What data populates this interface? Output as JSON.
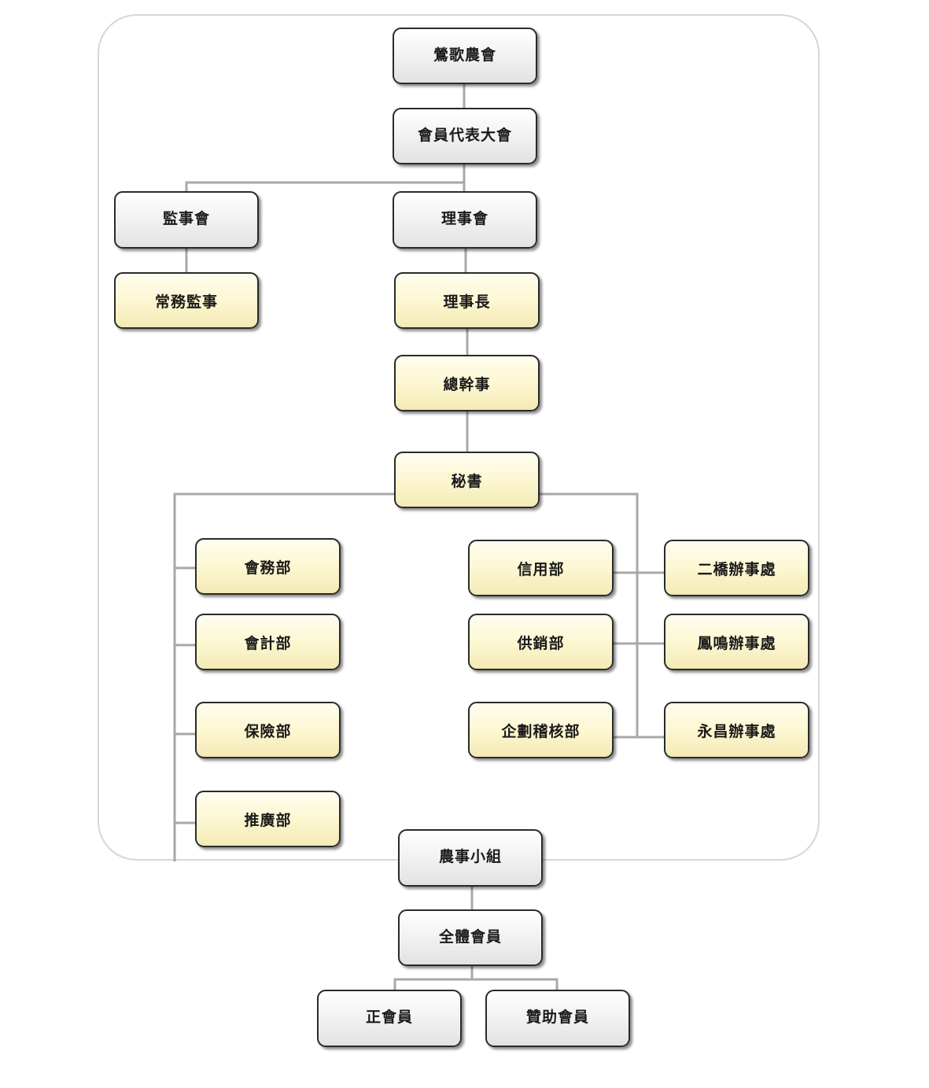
{
  "org": {
    "root": "鶯歌農會",
    "assembly": "會員代表大會",
    "supervisors": "監事會",
    "board": "理事會",
    "standing_supervisor": "常務監事",
    "chairman": "理事長",
    "general_manager": "總幹事",
    "secretary": "秘書",
    "dept_affairs": "會務部",
    "dept_accounting": "會計部",
    "dept_insurance": "保險部",
    "dept_extension": "推廣部",
    "dept_credit": "信用部",
    "dept_supply": "供銷部",
    "dept_planning": "企劃稽核部",
    "office_erqiao": "二橋辦事處",
    "office_fengming": "鳳鳴辦事處",
    "office_yongchang": "永昌辦事處",
    "farm_group": "農事小組",
    "all_members": "全體會員",
    "regular_member": "正會員",
    "associate_member": "贊助會員"
  },
  "colors": {
    "grey_box": "#e6e6e6",
    "yellow_box": "#fbf5cf",
    "connector": "#a8a8a8",
    "frame": "#d6d6d6"
  }
}
